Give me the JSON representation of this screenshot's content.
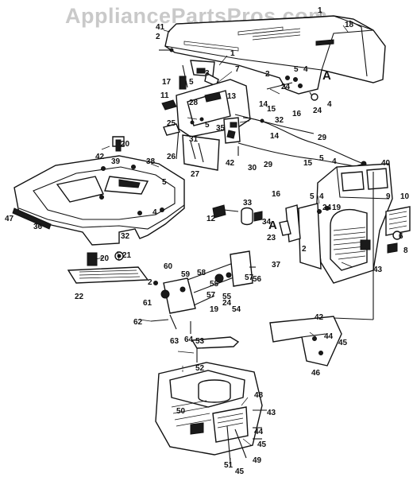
{
  "watermark": "AppliancePartsPros.com",
  "callouts": [
    {
      "label": "1"
    },
    {
      "label": "18"
    },
    {
      "label": "41"
    },
    {
      "label": "2"
    },
    {
      "label": "1"
    },
    {
      "label": "3"
    },
    {
      "label": "5"
    },
    {
      "label": "7"
    },
    {
      "label": "17"
    },
    {
      "label": "2"
    },
    {
      "label": "24"
    },
    {
      "label": "5"
    },
    {
      "label": "4"
    },
    {
      "label": "11"
    },
    {
      "label": "28"
    },
    {
      "label": "13"
    },
    {
      "label": "14"
    },
    {
      "label": "15"
    },
    {
      "label": "16"
    },
    {
      "label": "24"
    },
    {
      "label": "4"
    },
    {
      "label": "25"
    },
    {
      "label": "5"
    },
    {
      "label": "35"
    },
    {
      "label": "32"
    },
    {
      "label": "20"
    },
    {
      "label": "31"
    },
    {
      "label": "26"
    },
    {
      "label": "27"
    },
    {
      "label": "42"
    },
    {
      "label": "30"
    },
    {
      "label": "14"
    },
    {
      "label": "29"
    },
    {
      "label": "29"
    },
    {
      "label": "15"
    },
    {
      "label": "5"
    },
    {
      "label": "4"
    },
    {
      "label": "40"
    },
    {
      "label": "42"
    },
    {
      "label": "39"
    },
    {
      "label": "38"
    },
    {
      "label": "5"
    },
    {
      "label": "47"
    },
    {
      "label": "36"
    },
    {
      "label": "4"
    },
    {
      "label": "16"
    },
    {
      "label": "5"
    },
    {
      "label": "4"
    },
    {
      "label": "33"
    },
    {
      "label": "12"
    },
    {
      "label": "34"
    },
    {
      "label": "24"
    },
    {
      "label": "19"
    },
    {
      "label": "9"
    },
    {
      "label": "10"
    },
    {
      "label": "2"
    },
    {
      "label": "23"
    },
    {
      "label": "37"
    },
    {
      "label": "6"
    },
    {
      "label": "8"
    },
    {
      "label": "43"
    },
    {
      "label": "32"
    },
    {
      "label": "21"
    },
    {
      "label": "20"
    },
    {
      "label": "22"
    },
    {
      "label": "60"
    },
    {
      "label": "59"
    },
    {
      "label": "58"
    },
    {
      "label": "55"
    },
    {
      "label": "57"
    },
    {
      "label": "2"
    },
    {
      "label": "61"
    },
    {
      "label": "56"
    },
    {
      "label": "57"
    },
    {
      "label": "19"
    },
    {
      "label": "24"
    },
    {
      "label": "54"
    },
    {
      "label": "55"
    },
    {
      "label": "62"
    },
    {
      "label": "63"
    },
    {
      "label": "64"
    },
    {
      "label": "42"
    },
    {
      "label": "44"
    },
    {
      "label": "45"
    },
    {
      "label": "46"
    },
    {
      "label": "53"
    },
    {
      "label": "52"
    },
    {
      "label": "48"
    },
    {
      "label": "50"
    },
    {
      "label": "43"
    },
    {
      "label": "44"
    },
    {
      "label": "45"
    },
    {
      "label": "51"
    },
    {
      "label": "45"
    },
    {
      "label": "49"
    }
  ],
  "reference_marks": [
    {
      "label": "A"
    },
    {
      "label": "A"
    }
  ]
}
